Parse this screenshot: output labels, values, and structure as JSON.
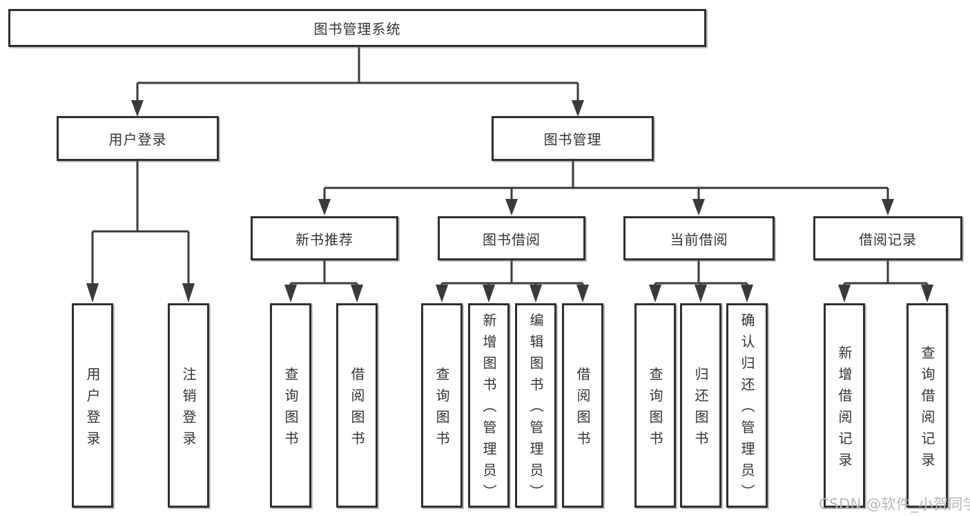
{
  "diagram": {
    "root": {
      "label": "图书管理系统"
    },
    "level1": {
      "user_login": {
        "label": "用户登录"
      },
      "book_management": {
        "label": "图书管理"
      }
    },
    "level2": {
      "new_book_recommend": {
        "label": "新书推荐"
      },
      "book_borrow": {
        "label": "图书借阅"
      },
      "current_borrow": {
        "label": "当前借阅"
      },
      "borrow_records": {
        "label": "借阅记录"
      }
    },
    "leaves": {
      "user_login": {
        "label": "用户登录"
      },
      "logout": {
        "label": "注销登录"
      },
      "nb_query_books": {
        "label": "查询图书"
      },
      "nb_borrow_books": {
        "label": "借阅图书"
      },
      "bb_query_books": {
        "label": "查询图书"
      },
      "bb_add_books_admin": {
        "label": "新增图书（管理员）"
      },
      "bb_edit_books_admin": {
        "label": "编辑图书（管理员）"
      },
      "bb_borrow_books": {
        "label": "借阅图书"
      },
      "cb_query_books": {
        "label": "查询图书"
      },
      "cb_return_books": {
        "label": "归还图书"
      },
      "cb_confirm_return_admin": {
        "label": "确认归还（管理员）"
      },
      "br_add_record": {
        "label": "新增借阅记录"
      },
      "br_query_record": {
        "label": "查询借阅记录"
      }
    }
  },
  "watermark": {
    "text": "CSDN @软件_小贺同学"
  },
  "colors": {
    "line": "#3a3a3a",
    "box_border": "#2e2e2e",
    "text": "#333333",
    "watermark": "#b6b6b6",
    "background": "#ffffff"
  }
}
